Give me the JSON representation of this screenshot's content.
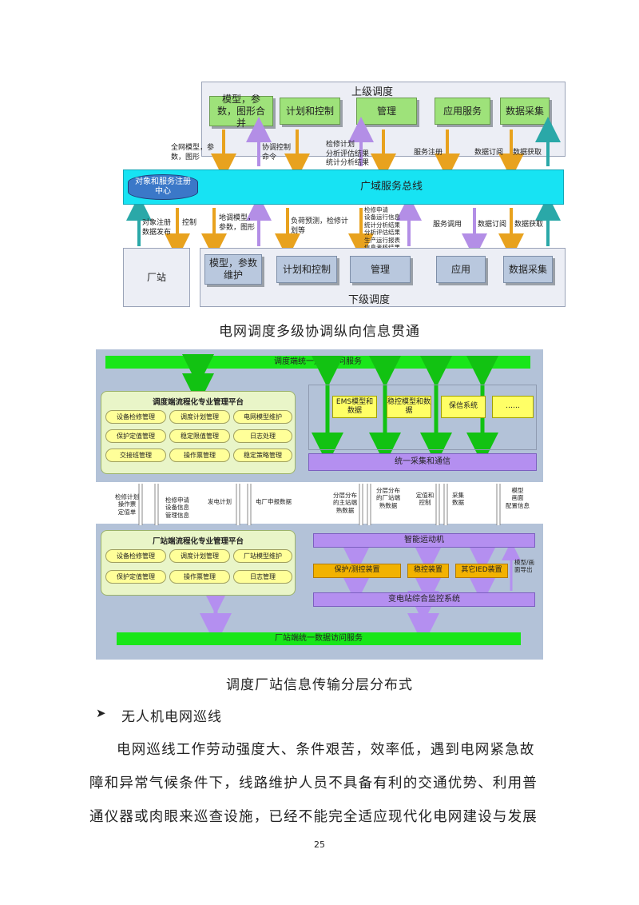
{
  "diagram1": {
    "upper_title": "上级调度",
    "upper_boxes": [
      "模型，参数，图形合并",
      "计划和控制",
      "管理",
      "应用服务",
      "数据采集"
    ],
    "up_labels": [
      "全网模型，参数，图形",
      "协调控制命令",
      "检修计划\n分析评估结果\n统计分析结果",
      "服务注册",
      "数据订阅",
      "数据获取"
    ],
    "bus_label": "广域服务总线",
    "registry_label": "对象和服务注册中心",
    "down_labels": [
      "对象注册\n数据发布",
      "控制",
      "地调模型，参数，图形",
      "负荷预测，检修计划等",
      "检修申请\n设备运行信息\n统计分析结果\n分析评估结果\n生产运行报表\n信息考核结果",
      "服务调用",
      "数据订阅",
      "数据获取"
    ],
    "plant_label": "厂站",
    "lower_boxes": [
      "模型，参数维护",
      "计划和控制",
      "管理",
      "应用",
      "数据采集"
    ],
    "lower_title": "下级调度"
  },
  "caption1": "电网调度多级协调纵向信息贯通",
  "diagram2": {
    "top_bar": "调度端统一数据访问服务",
    "dispatch_platform_title": "调度端流程化专业管理平台",
    "dispatch_pills": [
      "设备检修管理",
      "调度计划管理",
      "电网模型维护",
      "保护定值管理",
      "稳定限值管理",
      "日志处理",
      "交接班管理",
      "操作票管理",
      "稳定策略管理"
    ],
    "systems": [
      "EMS模型和数据",
      "稳控模型和数据",
      "保信系统",
      "……"
    ],
    "collect_bar": "统一采集和通信",
    "mid_labels": [
      "检修计划\n操作票\n定值单",
      "检修申请\n设备信息\n管理信息",
      "发电计划",
      "电厂申报数据",
      "分层分布\n的主站端\n熟数据",
      "分层分布\n的厂站端\n熟数据",
      "定值和\n控制",
      "采集\n数据",
      "模型\n画面\n配置信息"
    ],
    "plant_platform_title": "厂站端流程化专业管理平台",
    "plant_pills": [
      "设备检修管理",
      "调度计划管理",
      "厂站模型维护",
      "保护定值管理",
      "操作票管理",
      "日志管理"
    ],
    "smart_bar": "智能运动机",
    "devices": [
      "保护/测控装置",
      "稳控装置",
      "其它IED装置"
    ],
    "model_export": "模型/画\n面导出",
    "substation_bar": "变电站综合监控系统",
    "bottom_bar": "厂站端统一数据访问服务"
  },
  "caption2": "调度厂站信息传输分层分布式",
  "bullet_heading": "无人机电网巡线",
  "paragraph_lines": [
    "电网巡线工作劳动强度大、条件艰苦，效率低，遇到电网紧急故",
    "障和异常气候条件下，线路维护人员不具备有利的交通优势、利用普",
    "通仪器或肉眼来巡查设施，已经不能完全适应现代化电网建设与发展"
  ],
  "page_number": "25"
}
